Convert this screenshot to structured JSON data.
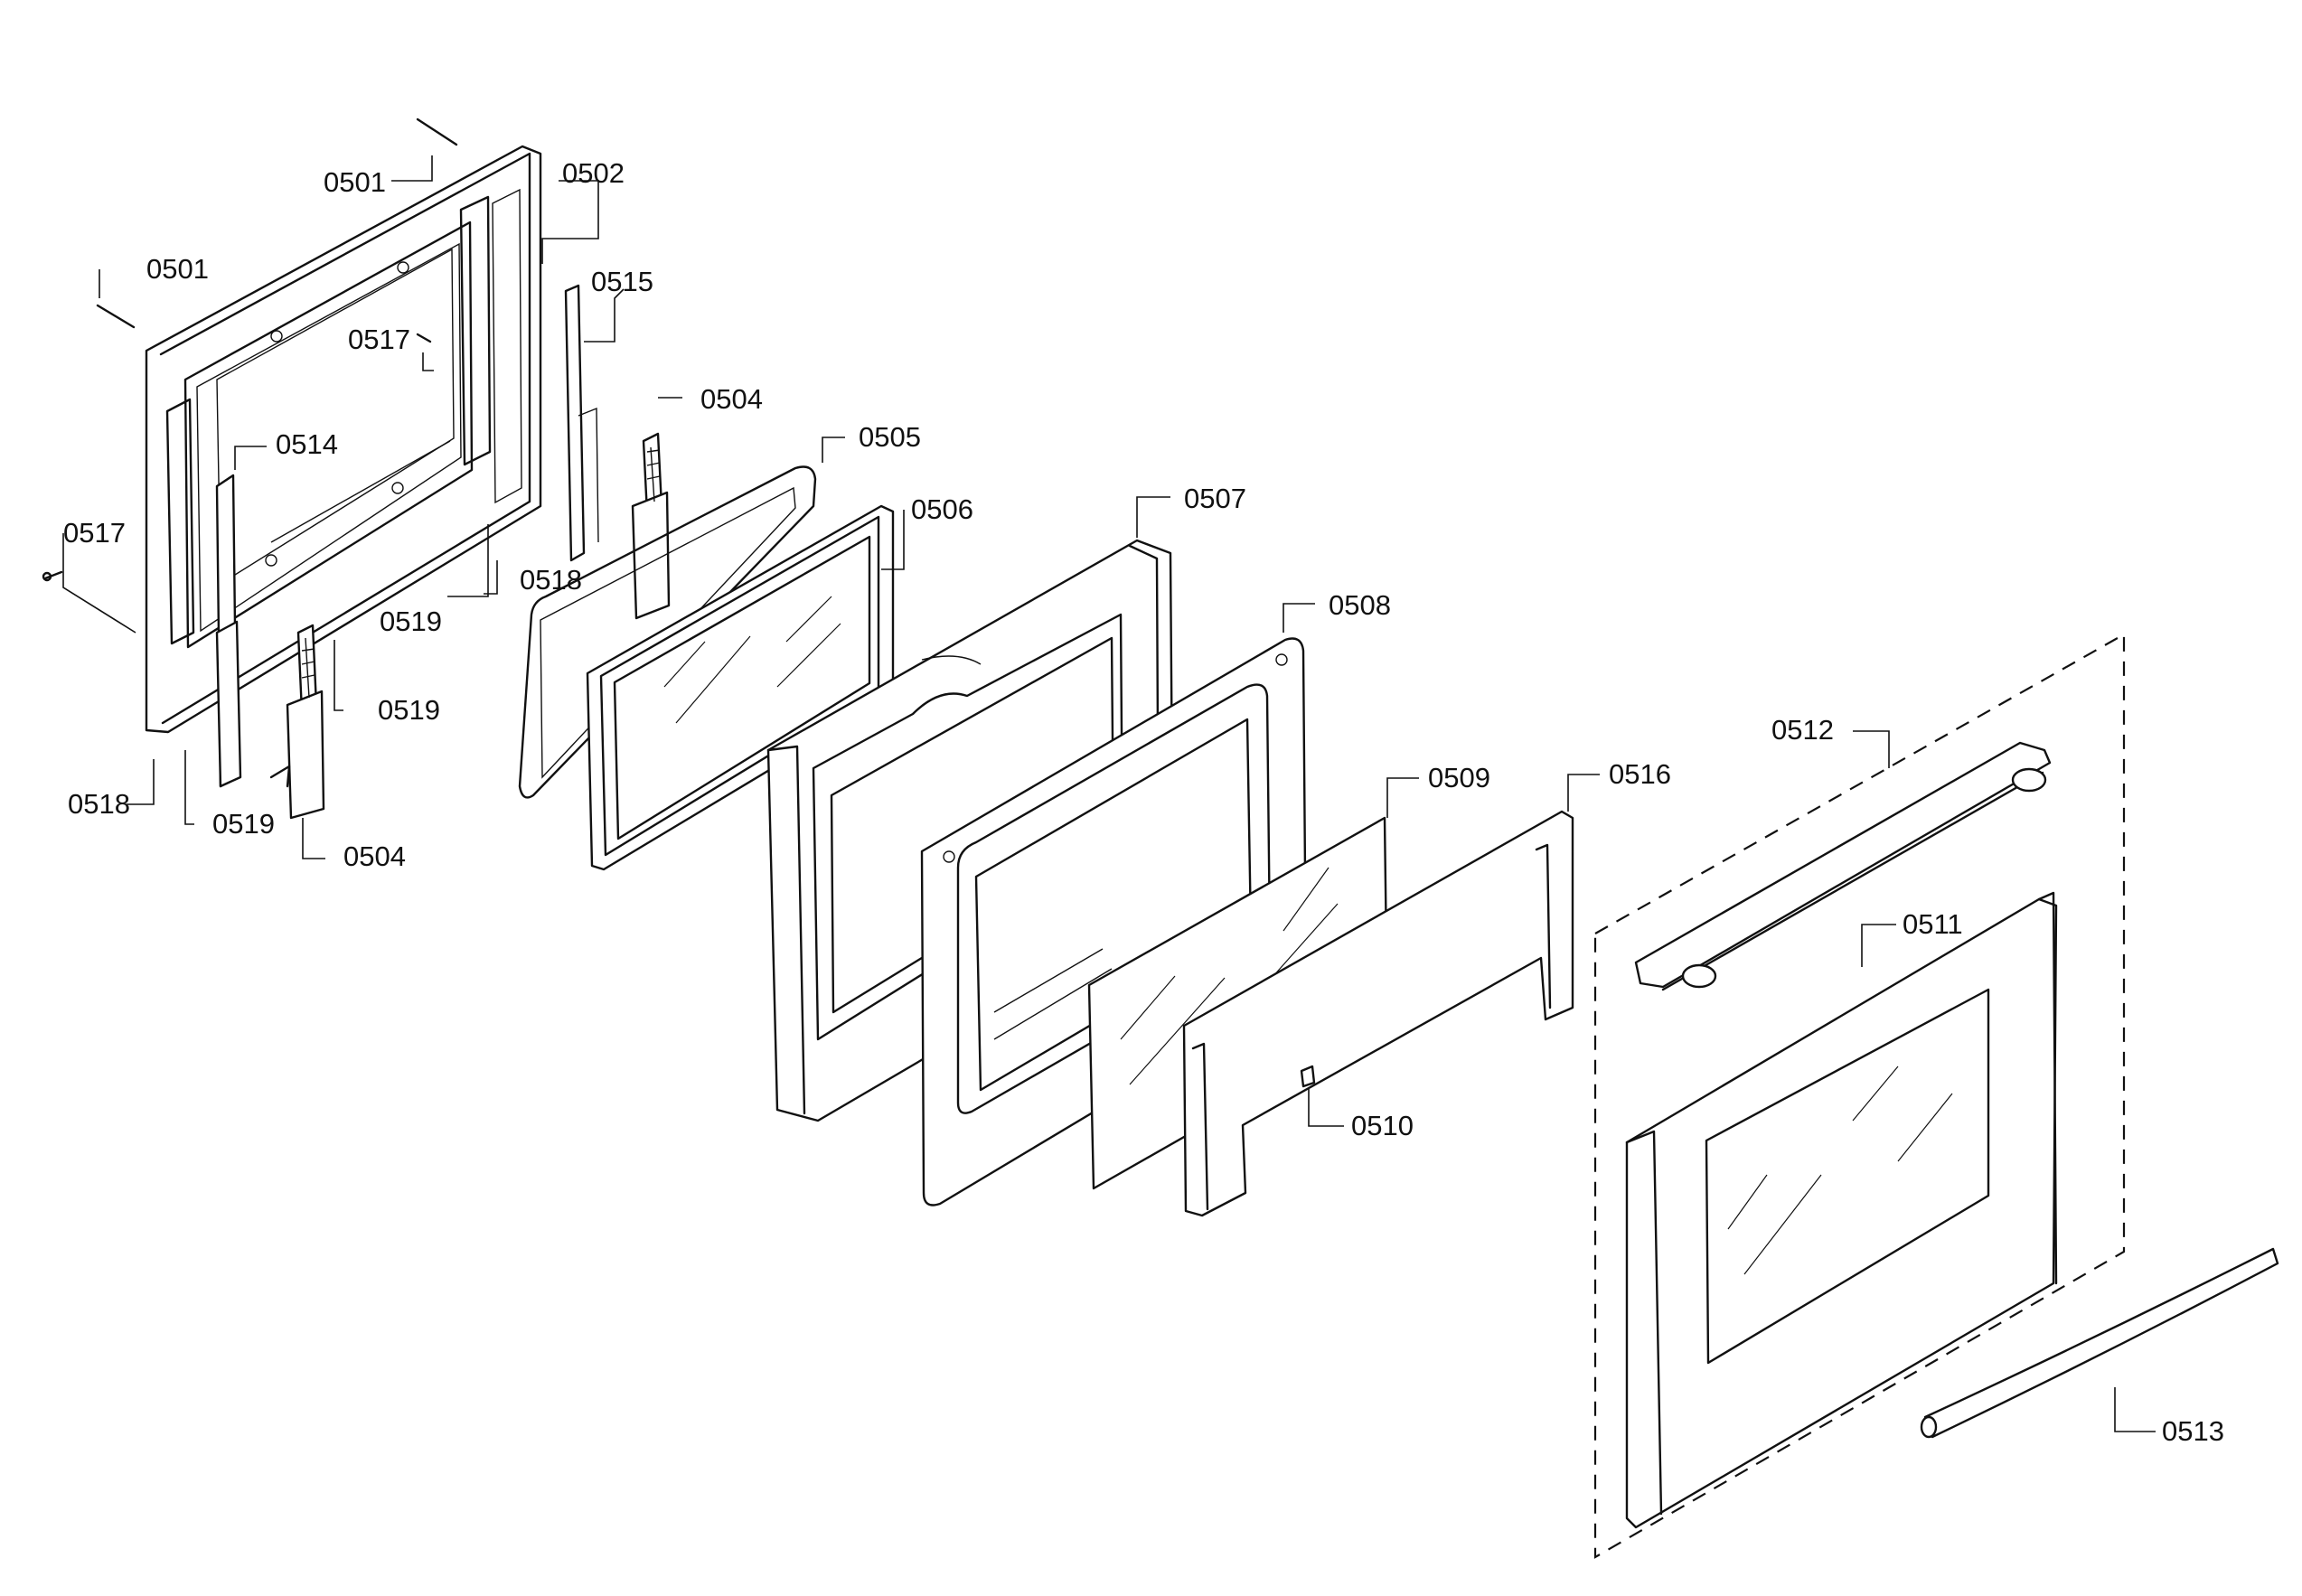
{
  "diagram": {
    "callouts": {
      "c0501a": "0501",
      "c0501b": "0501",
      "c0502": "0502",
      "c0515": "0515",
      "c0517a": "0517",
      "c0517b": "0517",
      "c0504a": "0504",
      "c0504b": "0504",
      "c0514": "0514",
      "c0505": "0505",
      "c0506": "0506",
      "c0507": "0507",
      "c0508": "0508",
      "c0509": "0509",
      "c0510": "0510",
      "c0511": "0511",
      "c0512": "0512",
      "c0513": "0513",
      "c0516": "0516",
      "c0518a": "0518",
      "c0518b": "0518",
      "c0519a": "0519",
      "c0519b": "0519",
      "c0519c": "0519"
    }
  }
}
